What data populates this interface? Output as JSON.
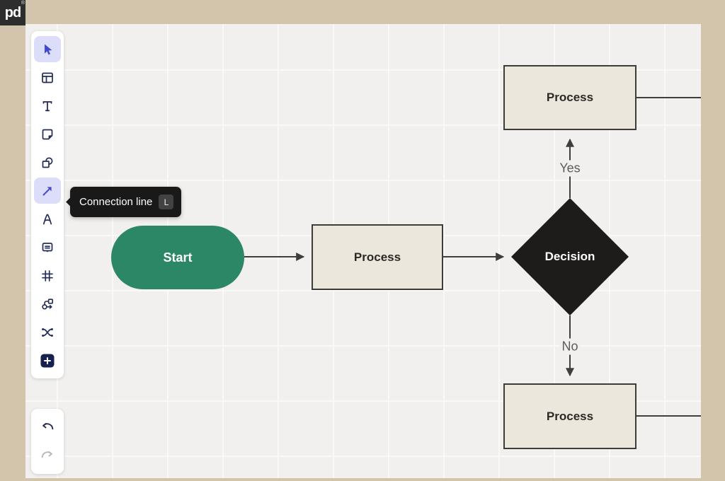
{
  "brand": {
    "logo_text": "pd",
    "registered_mark": "®"
  },
  "tooltip": {
    "label": "Connection line",
    "shortcut": "L"
  },
  "toolbar": {
    "tools": [
      {
        "name": "select",
        "active": true
      },
      {
        "name": "templates",
        "active": false
      },
      {
        "name": "text",
        "active": false
      },
      {
        "name": "sticky-note",
        "active": false
      },
      {
        "name": "shapes",
        "active": false
      },
      {
        "name": "connection-line",
        "active": true
      },
      {
        "name": "pen",
        "active": false
      },
      {
        "name": "comment",
        "active": false
      },
      {
        "name": "frame",
        "active": false
      },
      {
        "name": "flowchart",
        "active": false
      },
      {
        "name": "mind-map",
        "active": false
      },
      {
        "name": "add-more",
        "active": false
      }
    ],
    "history": [
      {
        "name": "undo",
        "enabled": true
      },
      {
        "name": "redo",
        "enabled": false
      }
    ]
  },
  "diagram": {
    "nodes": [
      {
        "id": "start",
        "type": "terminator",
        "label": "Start",
        "fill": "#2c8767"
      },
      {
        "id": "process-1",
        "type": "process",
        "label": "Process",
        "fill": "#ece7dd"
      },
      {
        "id": "decision-1",
        "type": "decision",
        "label": "Decision",
        "fill": "#1d1c1a"
      },
      {
        "id": "process-2",
        "type": "process",
        "label": "Process",
        "fill": "#ece7dd"
      },
      {
        "id": "process-3",
        "type": "process",
        "label": "Process",
        "fill": "#ece7dd"
      }
    ],
    "edge_labels": {
      "yes": "Yes",
      "no": "No"
    }
  },
  "colors": {
    "frame_background": "#d2c5ab",
    "canvas_background": "#f1f0ee",
    "accent_active": "#434cc8",
    "active_tile": "#dcddf8",
    "icon": "#222c57",
    "node_green": "#2c8767",
    "node_beige": "#ece7dd",
    "node_black": "#1d1c1a",
    "connector_line": "#3f3e3a",
    "tooltip_background": "#191919"
  }
}
